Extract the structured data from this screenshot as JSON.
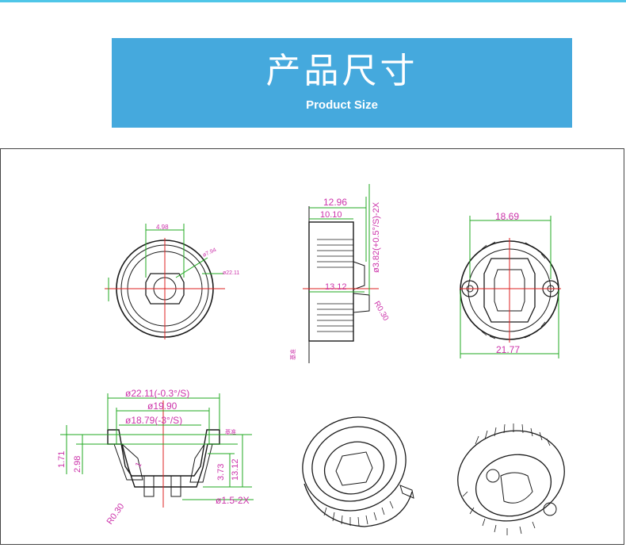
{
  "banner": {
    "title": "产品尺寸",
    "subtitle": "Product Size"
  },
  "colors": {
    "banner": "#45a9dd",
    "top_line": "#4fc6e8",
    "dimension_text": "#cc33aa",
    "extension_line": "#22aa22",
    "center_line": "#dd2222",
    "outline": "#1a1a1a"
  },
  "views": {
    "front": {
      "dim_width": "4.98",
      "dim_inner": "ø7.94",
      "dim_outer": "ø22.11"
    },
    "side": {
      "dim_total": "12.96",
      "dim_body": "10.10",
      "dim_height": "13.12",
      "dim_pin": "ø3.82(+0.5°/S)-2X",
      "dim_radius": "R0.30",
      "note": "基准"
    },
    "back": {
      "dim_top": "18.69",
      "dim_bottom": "21.77"
    },
    "section": {
      "dim_outer": "ø22.11(-0.3°/S)",
      "dim_mid": "ø19.90",
      "dim_inner": "ø18.79(-3°/S)",
      "dim_1": "1.71",
      "dim_2": "2.98",
      "dim_3": "3.73",
      "dim_4": "13.12",
      "dim_pin": "ø1.5-2X",
      "dim_radius": "R0.30",
      "dim_angle": "1",
      "note": "基准"
    }
  }
}
